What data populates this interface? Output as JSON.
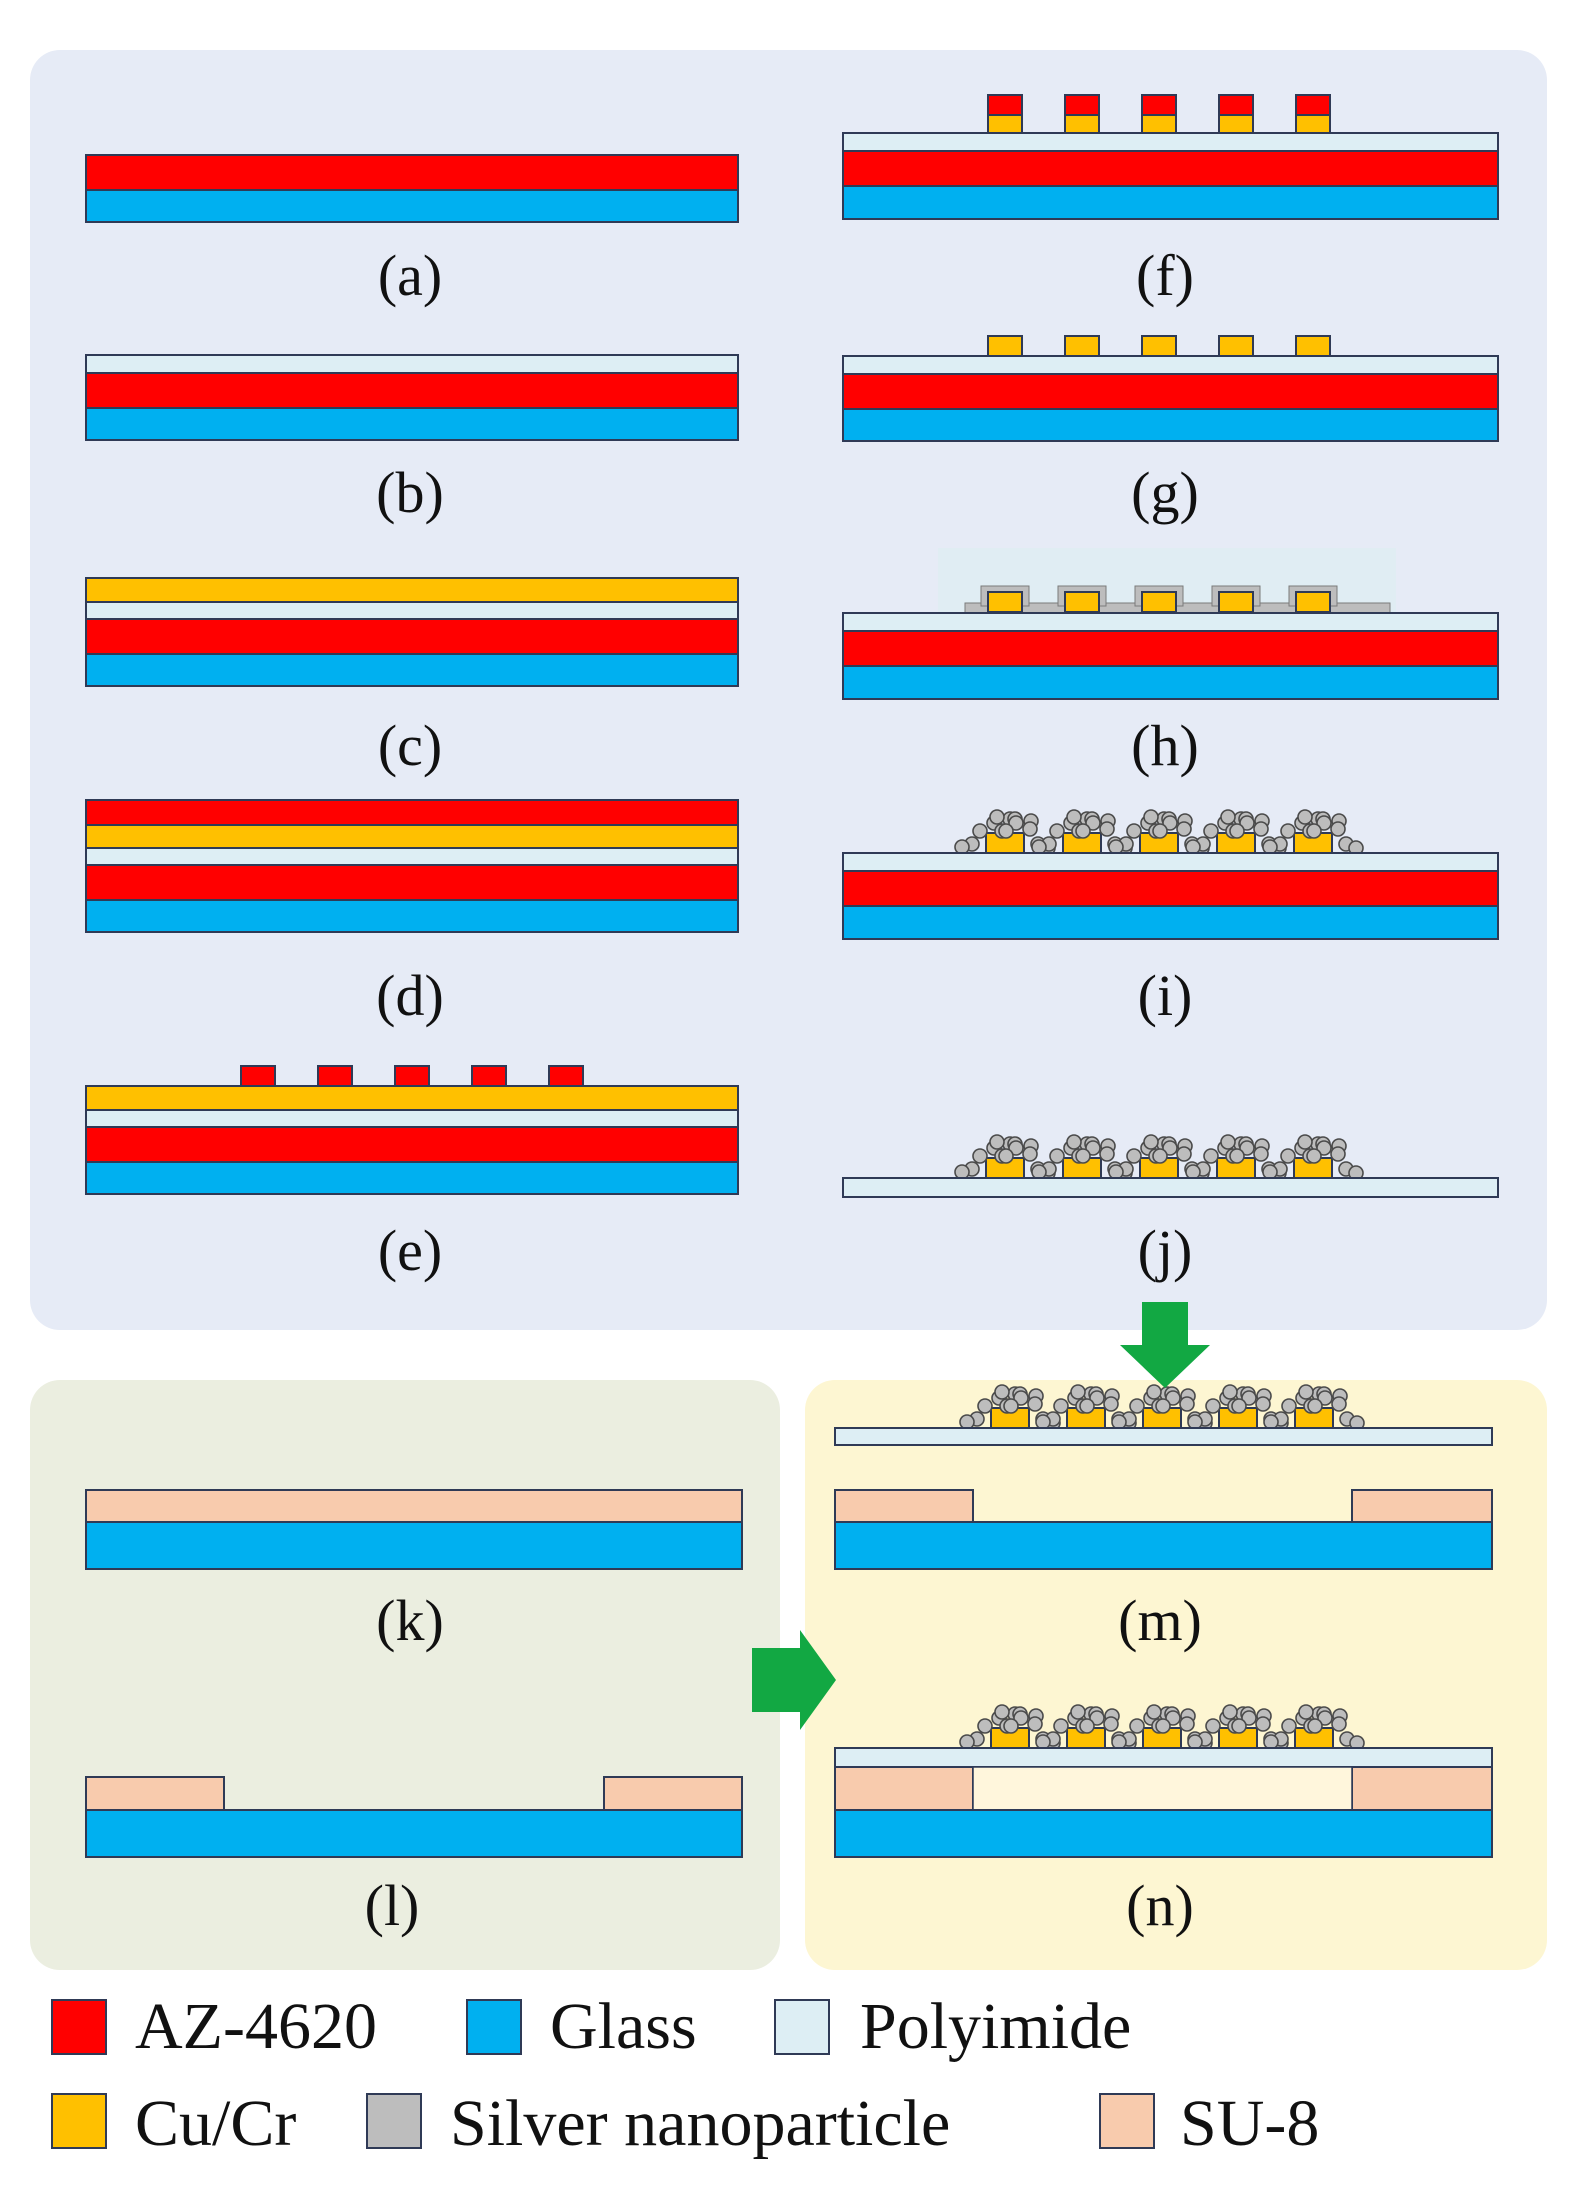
{
  "colors": {
    "az4620": "#ff0000",
    "glass": "#00b0f0",
    "polyimide": "#ddeef4",
    "cucr": "#ffc000",
    "silver": "#bdbdbd",
    "su8": "#f8cbad",
    "panel_blue": "#e6ebf6",
    "panel_green": "#ebeee0",
    "panel_yellow": "#fdf6d2",
    "arrow_green": "#12a843",
    "outline": "#2f3a56"
  },
  "steps": {
    "a": "(a)",
    "b": "(b)",
    "c": "(c)",
    "d": "(d)",
    "e": "(e)",
    "f": "(f)",
    "g": "(g)",
    "h": "(h)",
    "i": "(i)",
    "j": "(j)",
    "k": "(k)",
    "l": "(l)",
    "m": "(m)",
    "n": "(n)"
  },
  "legend": [
    {
      "label": "AZ-4620",
      "color_key": "az4620"
    },
    {
      "label": "Glass",
      "color_key": "glass"
    },
    {
      "label": "Polyimide",
      "color_key": "polyimide"
    },
    {
      "label": "Cu/Cr",
      "color_key": "cucr"
    },
    {
      "label": "Silver nanoparticle",
      "color_key": "silver"
    },
    {
      "label": "SU-8",
      "color_key": "su8"
    }
  ]
}
